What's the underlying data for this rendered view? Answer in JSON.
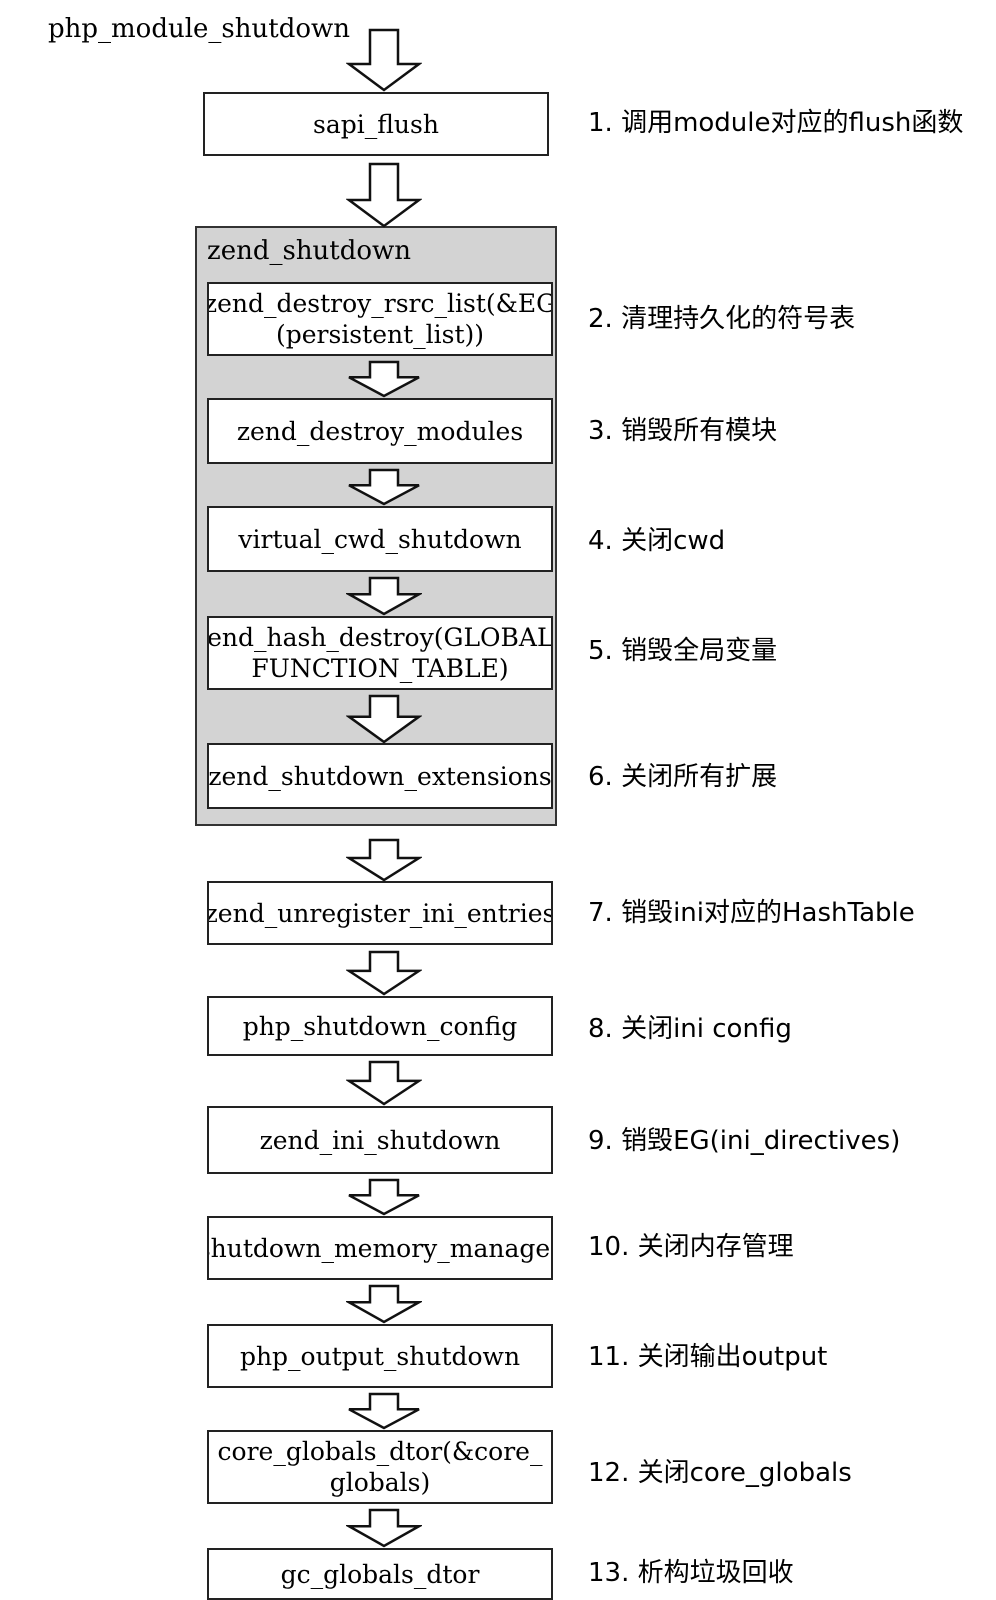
{
  "diagram": {
    "title": "php_module_shutdown",
    "group_label": "zend_shutdown",
    "steps": [
      {
        "label": "sapi_flush",
        "note": "1. 调用module对应的flush函数"
      },
      {
        "label": "zend_destroy_rsrc_list(&EG\n(persistent_list))",
        "note": "2. 清理持久化的符号表"
      },
      {
        "label": "zend_destroy_modules",
        "note": "3. 销毁所有模块"
      },
      {
        "label": "virtual_cwd_shutdown",
        "note": "4. 关闭cwd"
      },
      {
        "label": "zend_hash_destroy(GLOBAL_\nFUNCTION_TABLE)",
        "note": "5. 销毁全局变量"
      },
      {
        "label": "zend_shutdown_extensions",
        "note": "6. 关闭所有扩展"
      },
      {
        "label": "zend_unregister_ini_entries",
        "note": "7. 销毁ini对应的HashTable"
      },
      {
        "label": "php_shutdown_config",
        "note": "8. 关闭ini config"
      },
      {
        "label": "zend_ini_shutdown",
        "note": "9. 销毁EG(ini_directives)"
      },
      {
        "label": "shutdown_memory_manager",
        "note": "10. 关闭内存管理"
      },
      {
        "label": "php_output_shutdown",
        "note": "11. 关闭输出output"
      },
      {
        "label": "core_globals_dtor(&core_\nglobals)",
        "note": "12. 关闭core_globals"
      },
      {
        "label": "gc_globals_dtor",
        "note": "13. 析构垃圾回收"
      }
    ]
  }
}
